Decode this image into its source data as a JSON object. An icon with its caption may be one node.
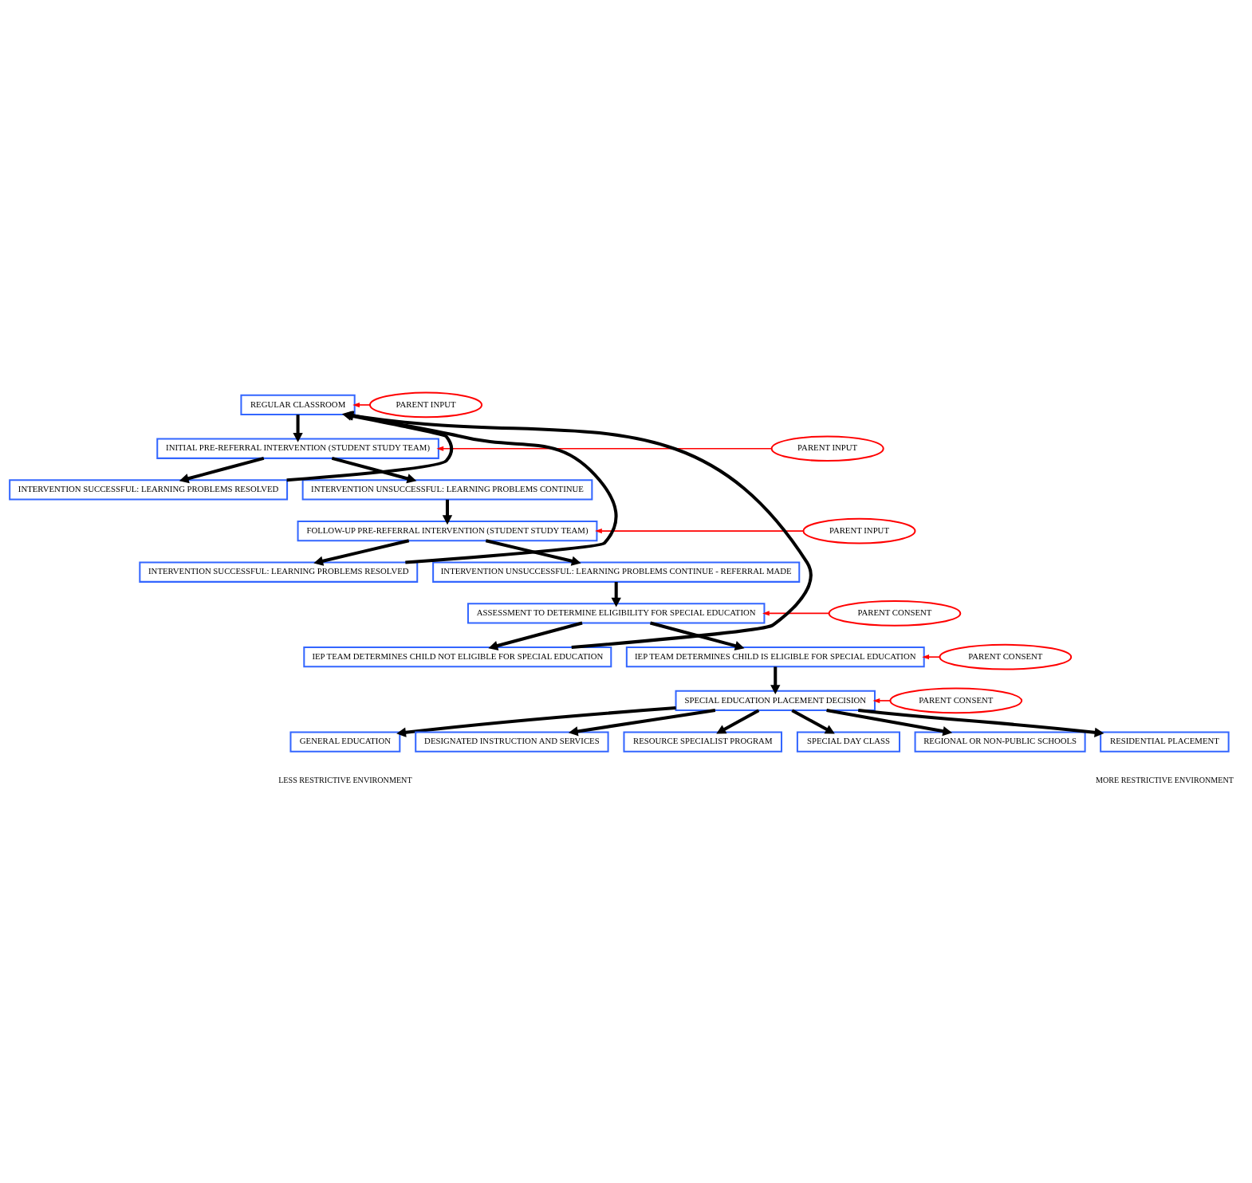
{
  "diagram": {
    "nodes": [
      {
        "text": [
          "REGULAR CLASSROOM"
        ]
      },
      {
        "text": [
          "PARENT INPUT"
        ]
      },
      {
        "text": [
          "INITIAL PRE-REFERRAL INTERVENTION (STUDENT STUDY TEAM)"
        ]
      },
      {
        "text": [
          "PARENT INPUT"
        ]
      },
      {
        "text": [
          "INTERVENTION SUCCESSFUL: LEARNING PROBLEMS RESOLVED"
        ]
      },
      {
        "text": [
          "INTERVENTION UNSUCCESSFUL: LEARNING PROBLEMS CONTINUE"
        ]
      },
      {
        "text": [
          "FOLLOW-UP PRE-REFERRAL INTERVENTION (STUDENT STUDY TEAM)"
        ]
      },
      {
        "text": [
          "PARENT INPUT"
        ]
      },
      {
        "text": [
          "INTERVENTION SUCCESSFUL: LEARNING PROBLEMS RESOLVED"
        ]
      },
      {
        "text": [
          "INTERVENTION UNSUCCESSFUL: LEARNING PROBLEMS CONTINUE - REFERRAL MADE"
        ]
      },
      {
        "text": [
          "ASSESSMENT TO DETERMINE ELIGIBILITY FOR SPECIAL EDUCATION"
        ]
      },
      {
        "text": [
          "PARENT CONSENT"
        ]
      },
      {
        "text": [
          "IEP TEAM DETERMINES CHILD NOT ELIGIBLE FOR SPECIAL EDUCATION"
        ]
      },
      {
        "text": [
          "IEP TEAM DETERMINES CHILD IS ELIGIBLE FOR SPECIAL EDUCATION"
        ]
      },
      {
        "text": [
          "PARENT CONSENT"
        ]
      },
      {
        "text": [
          "SPECIAL EDUCATION PLACEMENT DECISION"
        ]
      },
      {
        "text": [
          "PARENT CONSENT"
        ]
      },
      {
        "text": [
          "GENERAL EDUCATION"
        ]
      },
      {
        "text": [
          "DESIGNATED INSTRUCTION AND SERVICES"
        ]
      },
      {
        "text": [
          "RESOURCE SPECIALIST PROGRAM"
        ]
      },
      {
        "text": [
          "SPECIAL DAY CLASS"
        ]
      },
      {
        "text": [
          "REGIONAL OR NON-PUBLIC SCHOOLS"
        ]
      },
      {
        "text": [
          "RESIDENTIAL PLACEMENT"
        ]
      }
    ],
    "edges": [
      {
        "from": 1,
        "to": 0,
        "arrow": "to",
        "color": "#ff0000"
      },
      {
        "from": 0,
        "to": 2,
        "arrow": "to"
      },
      {
        "from": 3,
        "to": 2,
        "arrow": "to",
        "color": "#ff0000"
      },
      {
        "from": 2,
        "to": 4,
        "arrow": "to"
      },
      {
        "from": 2,
        "to": 5,
        "arrow": "to"
      },
      {
        "from": 4,
        "to": 0,
        "arrow": "to"
      },
      {
        "from": 5,
        "to": 6,
        "arrow": "to"
      },
      {
        "from": 7,
        "to": 6,
        "arrow": "to",
        "color": "#ff0000"
      },
      {
        "from": 6,
        "to": 8,
        "arrow": "to"
      },
      {
        "from": 6,
        "to": 9,
        "arrow": "to"
      },
      {
        "from": 8,
        "to": 0,
        "arrow": "to"
      },
      {
        "from": 9,
        "to": 10,
        "arrow": "to"
      },
      {
        "from": 11,
        "to": 10,
        "arrow": "to",
        "color": "#ff0000"
      },
      {
        "from": 10,
        "to": 12,
        "arrow": "to"
      },
      {
        "from": 10,
        "to": 13,
        "arrow": "to"
      },
      {
        "from": 14,
        "to": 13,
        "arrow": "to",
        "color": "#ff0000"
      },
      {
        "from": 12,
        "to": 0,
        "arrow": "to"
      },
      {
        "from": 13,
        "to": 15,
        "arrow": "to"
      },
      {
        "from": 16,
        "to": 15,
        "arrow": "to",
        "color": "#ff0000"
      },
      {
        "from": 15,
        "to": 17,
        "arrow": "to"
      },
      {
        "from": 15,
        "to": 18,
        "arrow": "to"
      },
      {
        "from": 15,
        "to": 19,
        "arrow": "to"
      },
      {
        "from": 15,
        "to": 20,
        "arrow": "to"
      },
      {
        "from": 15,
        "to": 21,
        "arrow": "to"
      },
      {
        "from": 15,
        "to": 22,
        "arrow": "to"
      }
    ],
    "labels": [
      "LESS RESTRICTIVE ENVIRONMENT",
      "MORE RESTRICTIVE ENVIRONMENT"
    ]
  }
}
